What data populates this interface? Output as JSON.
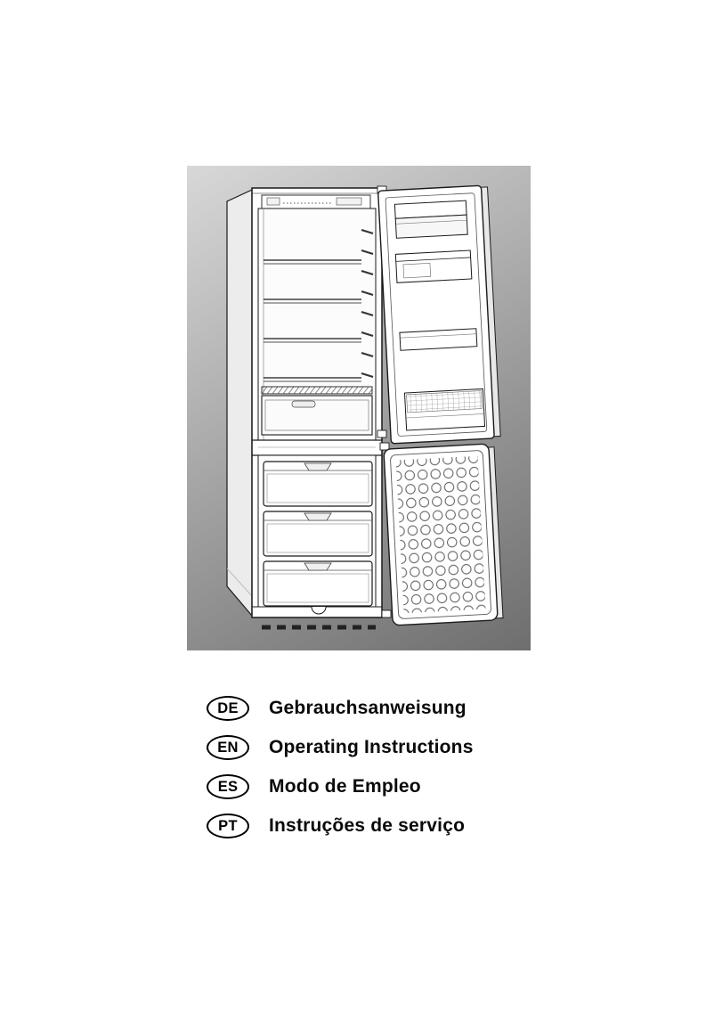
{
  "document": {
    "type": "appliance-manual-cover",
    "illustration": "fridge-freezer-with-open-doors-line-drawing"
  },
  "colors": {
    "page_background": "#ffffff",
    "panel_gradient_start": "#d8d8d8",
    "panel_gradient_end": "#6e6e6e",
    "line": "#1a1a1a"
  },
  "languages": [
    {
      "code": "DE",
      "label": "Gebrauchsanweisung"
    },
    {
      "code": "EN",
      "label": "Operating Instructions"
    },
    {
      "code": "ES",
      "label": "Modo de Empleo"
    },
    {
      "code": "PT",
      "label": "Instruções de serviço"
    }
  ]
}
